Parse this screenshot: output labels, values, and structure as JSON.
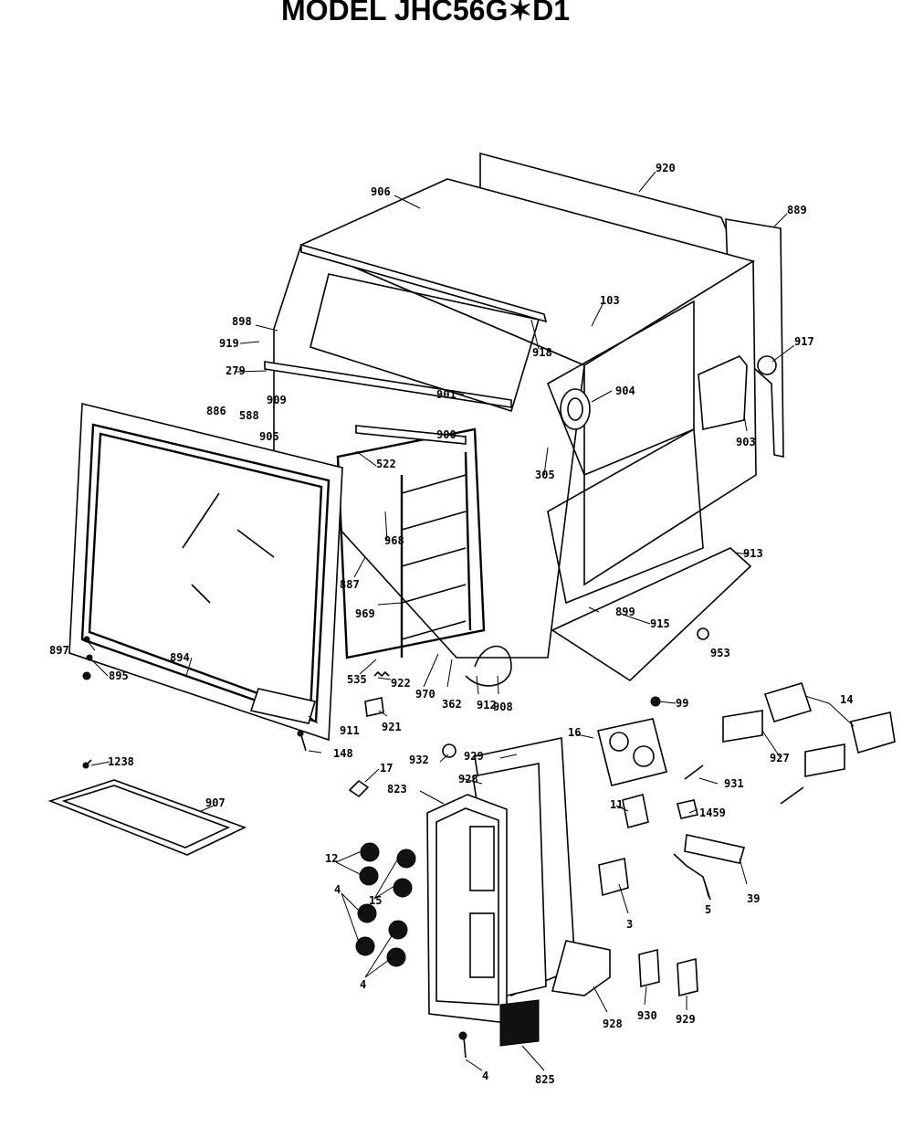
{
  "title": "MODEL JHC56G✶D1",
  "callouts": [
    "920",
    "906",
    "889",
    "103",
    "918",
    "898",
    "919",
    "917",
    "279",
    "901",
    "904",
    "909",
    "886",
    "588",
    "905",
    "900",
    "903",
    "522",
    "305",
    "913",
    "968",
    "887",
    "969",
    "915",
    "899",
    "953",
    "897",
    "895",
    "894",
    "535",
    "922",
    "970",
    "362",
    "912",
    "908",
    "99",
    "911",
    "921",
    "14",
    "148",
    "17",
    "932",
    "929",
    "16",
    "927",
    "931",
    "1238",
    "907",
    "928",
    "823",
    "11",
    "1459",
    "12",
    "15",
    "39",
    "3",
    "5",
    "4",
    "4",
    "928",
    "930",
    "929",
    "825",
    "4"
  ]
}
